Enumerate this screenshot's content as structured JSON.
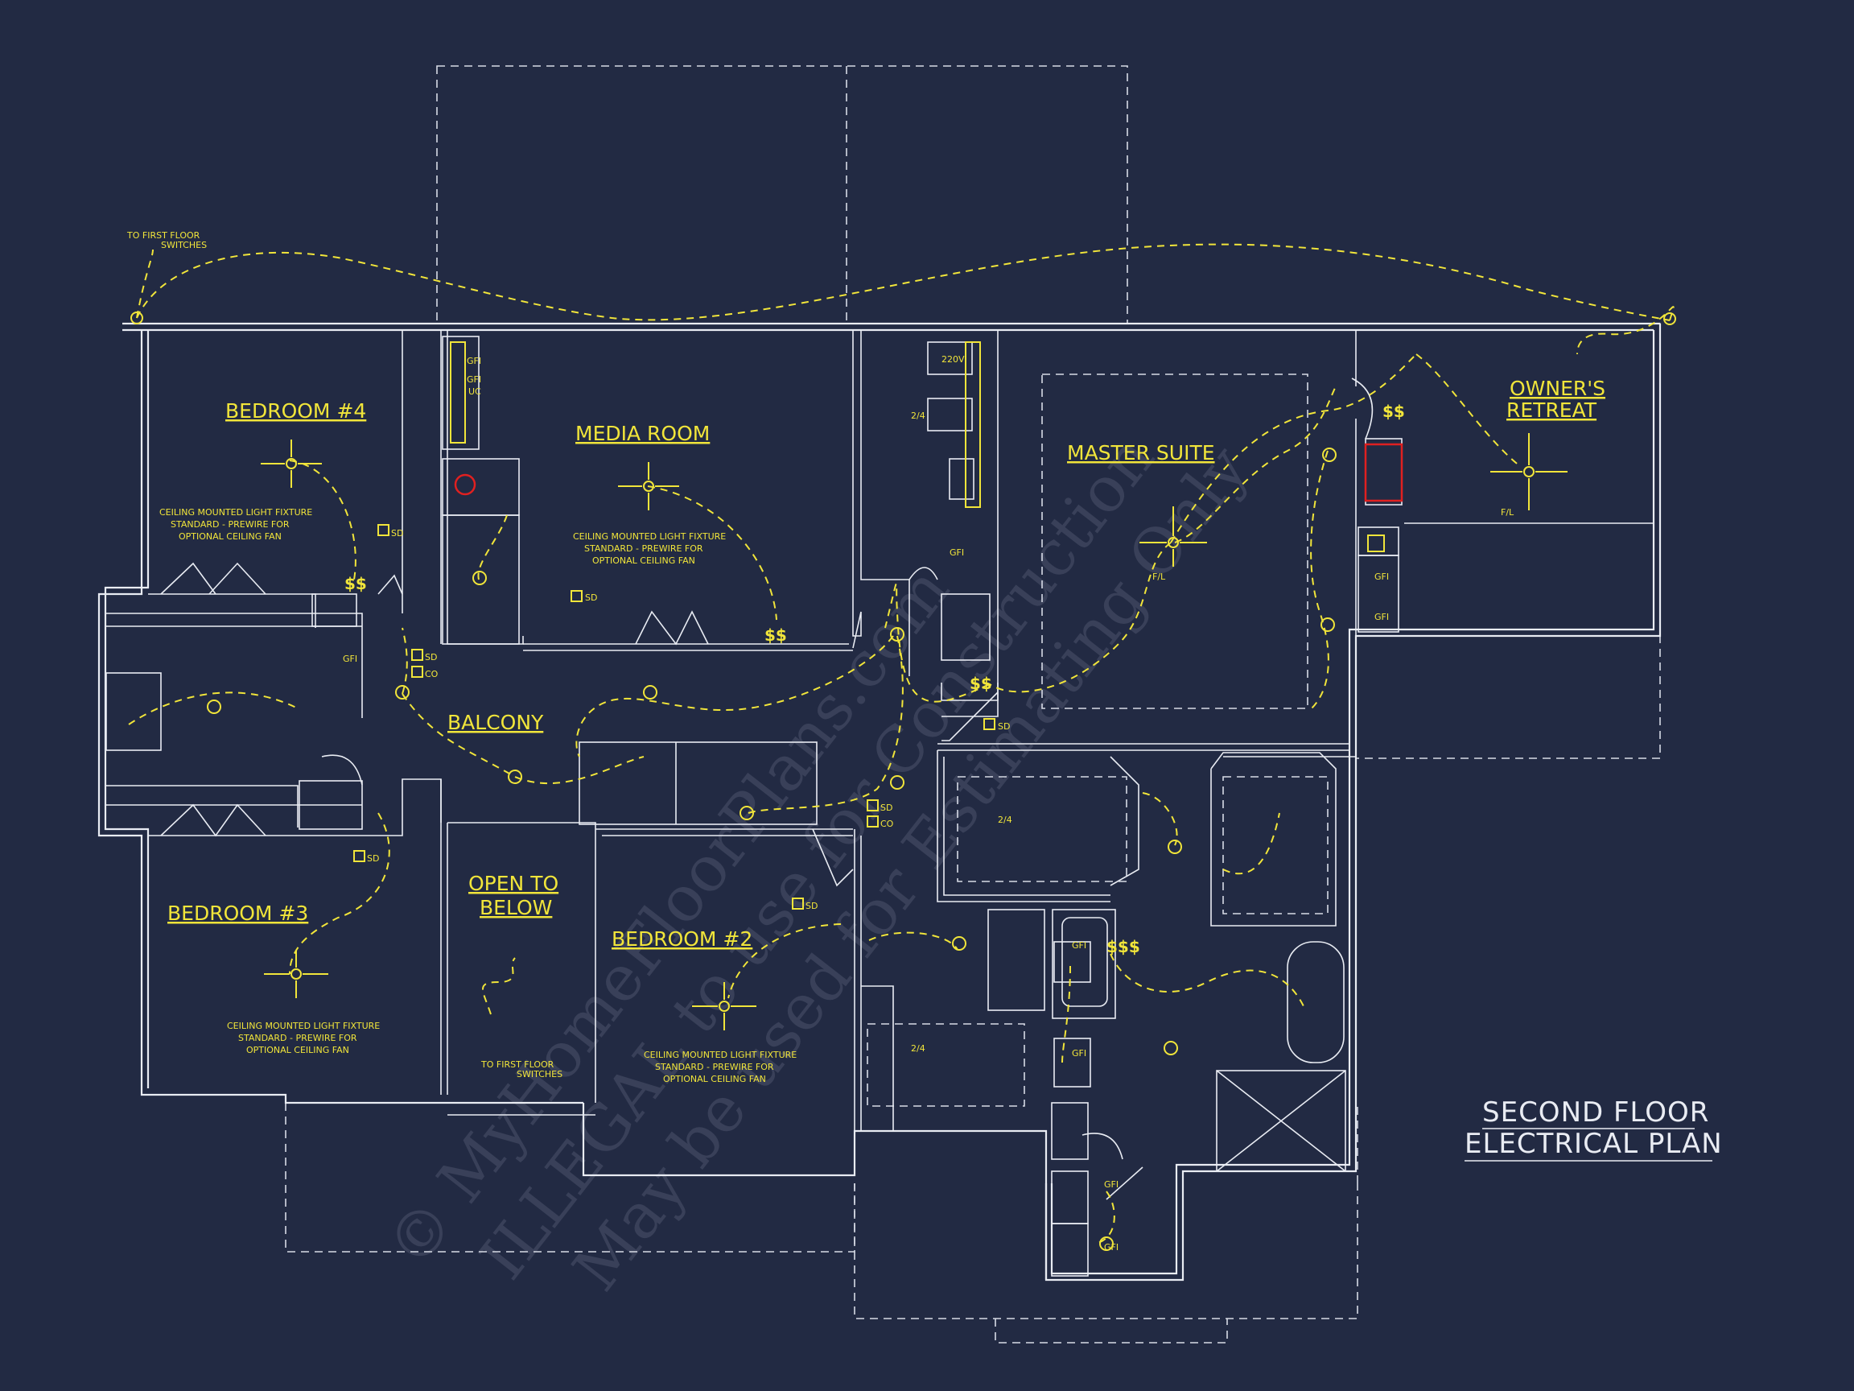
{
  "colors": {
    "background": "#222a43",
    "walls": "#e9ecf3",
    "electrical": "#f1e53a",
    "fireplace": "#e02020"
  },
  "title": {
    "line1": "SECOND FLOOR",
    "line2": "ELECTRICAL PLAN"
  },
  "rooms": {
    "bedroom4": "BEDROOM #4",
    "media_room": "MEDIA ROOM",
    "master_suite": "MASTER SUITE",
    "owners_retreat_1": "OWNER'S",
    "owners_retreat_2": "RETREAT",
    "balcony": "BALCONY",
    "bedroom3": "BEDROOM #3",
    "open_to_below_1": "OPEN TO",
    "open_to_below_2": "BELOW",
    "bedroom2": "BEDROOM #2"
  },
  "notes": {
    "fixture_1": "CEILING MOUNTED LIGHT FIXTURE",
    "fixture_2": "STANDARD - PREWIRE FOR",
    "fixture_3": "OPTIONAL CEILING FAN",
    "switch_1": "TO FIRST FLOOR",
    "switch_2": "SWITCHES"
  },
  "symbols": {
    "smoke": "SD",
    "co": "CO",
    "gfi": "GFI",
    "uc": "UC",
    "volt": "220V",
    "fl": "F/L",
    "two_four": "2/4",
    "dollar2": "$$",
    "dollar3": "$$$"
  },
  "watermark": {
    "line1": "© MyHomeFloorPlans.com",
    "line2": "ILLEGAL to use for Construction",
    "line3": "May be used for Estimating Only"
  }
}
